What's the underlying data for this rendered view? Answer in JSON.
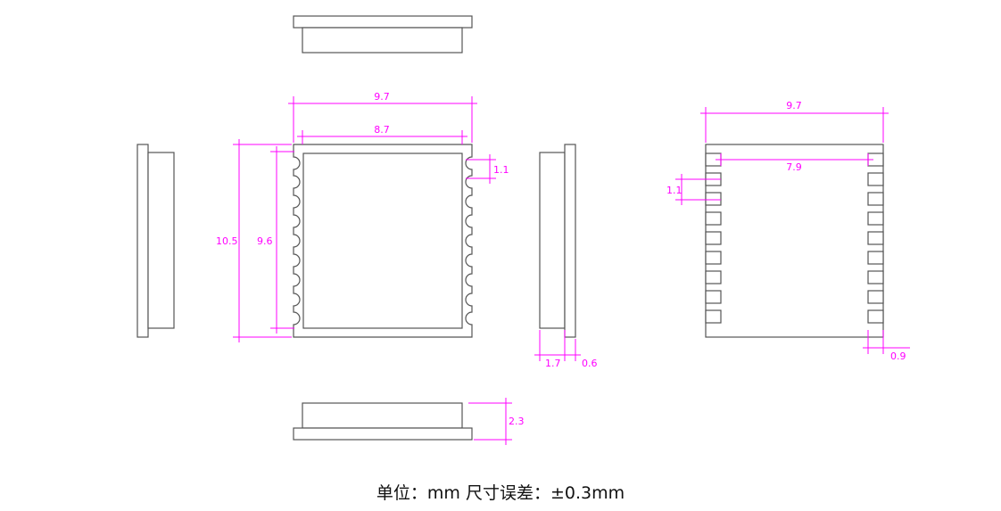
{
  "dimensions": {
    "top_width_outer": "9.7",
    "top_width_inner": "8.7",
    "pad_pitch_top": "1.1",
    "height_outer": "10.5",
    "height_inner": "9.6",
    "side_thickness": "1.7",
    "side_flange": "0.6",
    "bottom_height": "2.3",
    "right_width_outer": "9.7",
    "right_width_inner": "7.9",
    "right_pad_pitch": "1.1",
    "right_pad_depth": "0.9"
  },
  "caption": "单位：mm 尺寸误差：±0.3mm",
  "colors": {
    "dimension": "#ff00ff",
    "outline": "#555555"
  }
}
